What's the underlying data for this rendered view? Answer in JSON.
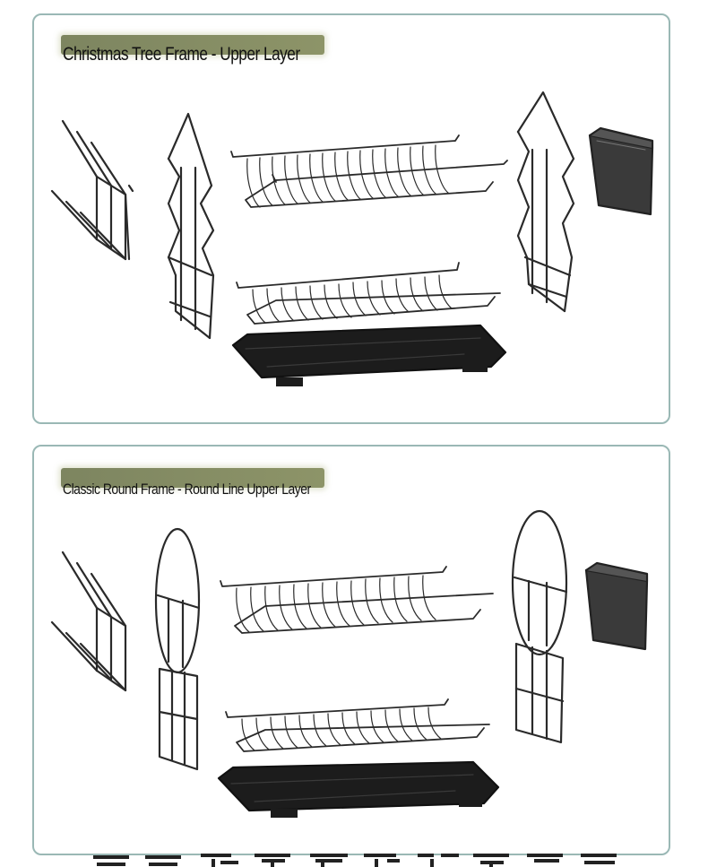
{
  "panels": [
    {
      "title": "Christmas Tree Frame - Upper Layer",
      "frame_style": "christmas-tree"
    },
    {
      "title": "Classic Round Frame - Round Line Upper Layer",
      "frame_style": "round"
    }
  ],
  "colors": {
    "panel_border": "#9ab8b5",
    "title_bar": "#808862",
    "rack": "#2a2a2a",
    "tray": "#1c1c1c"
  }
}
